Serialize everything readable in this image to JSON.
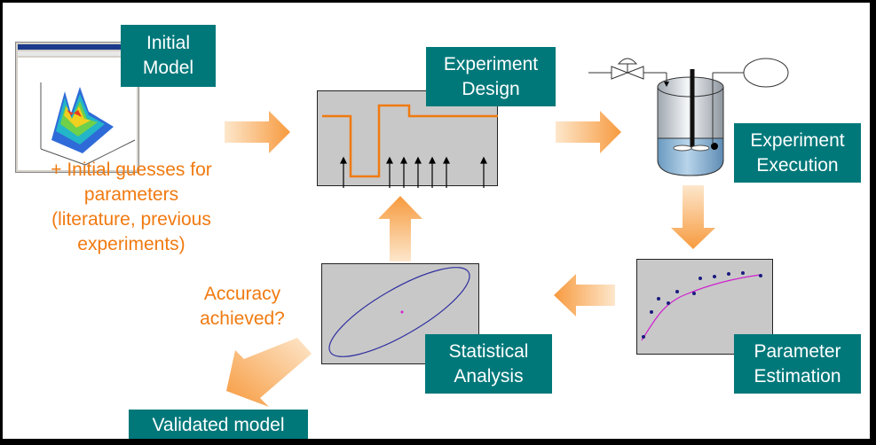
{
  "labels": {
    "initial_model": [
      "Initial",
      "Model"
    ],
    "experiment_design": [
      "Experiment",
      "Design"
    ],
    "experiment_execution": [
      "Experiment",
      "Execution"
    ],
    "parameter_estimation": [
      "Parameter",
      "Estimation"
    ],
    "statistical_analysis": [
      "Statistical",
      "Analysis"
    ],
    "validated_model": "Validated model"
  },
  "notes": {
    "initial_guesses": [
      "+ Initial guesses for",
      "parameters",
      "(literature, previous",
      "experiments)"
    ],
    "accuracy": [
      "Accuracy",
      "achieved?"
    ]
  },
  "colors": {
    "box": "#00787a",
    "accent": "#f07a10",
    "arrow": "#f9a24a",
    "panel": "#c8c8c8"
  },
  "icons": [
    "screenshot-thumbnail",
    "reactor-vessel-icon",
    "valve-icon"
  ]
}
